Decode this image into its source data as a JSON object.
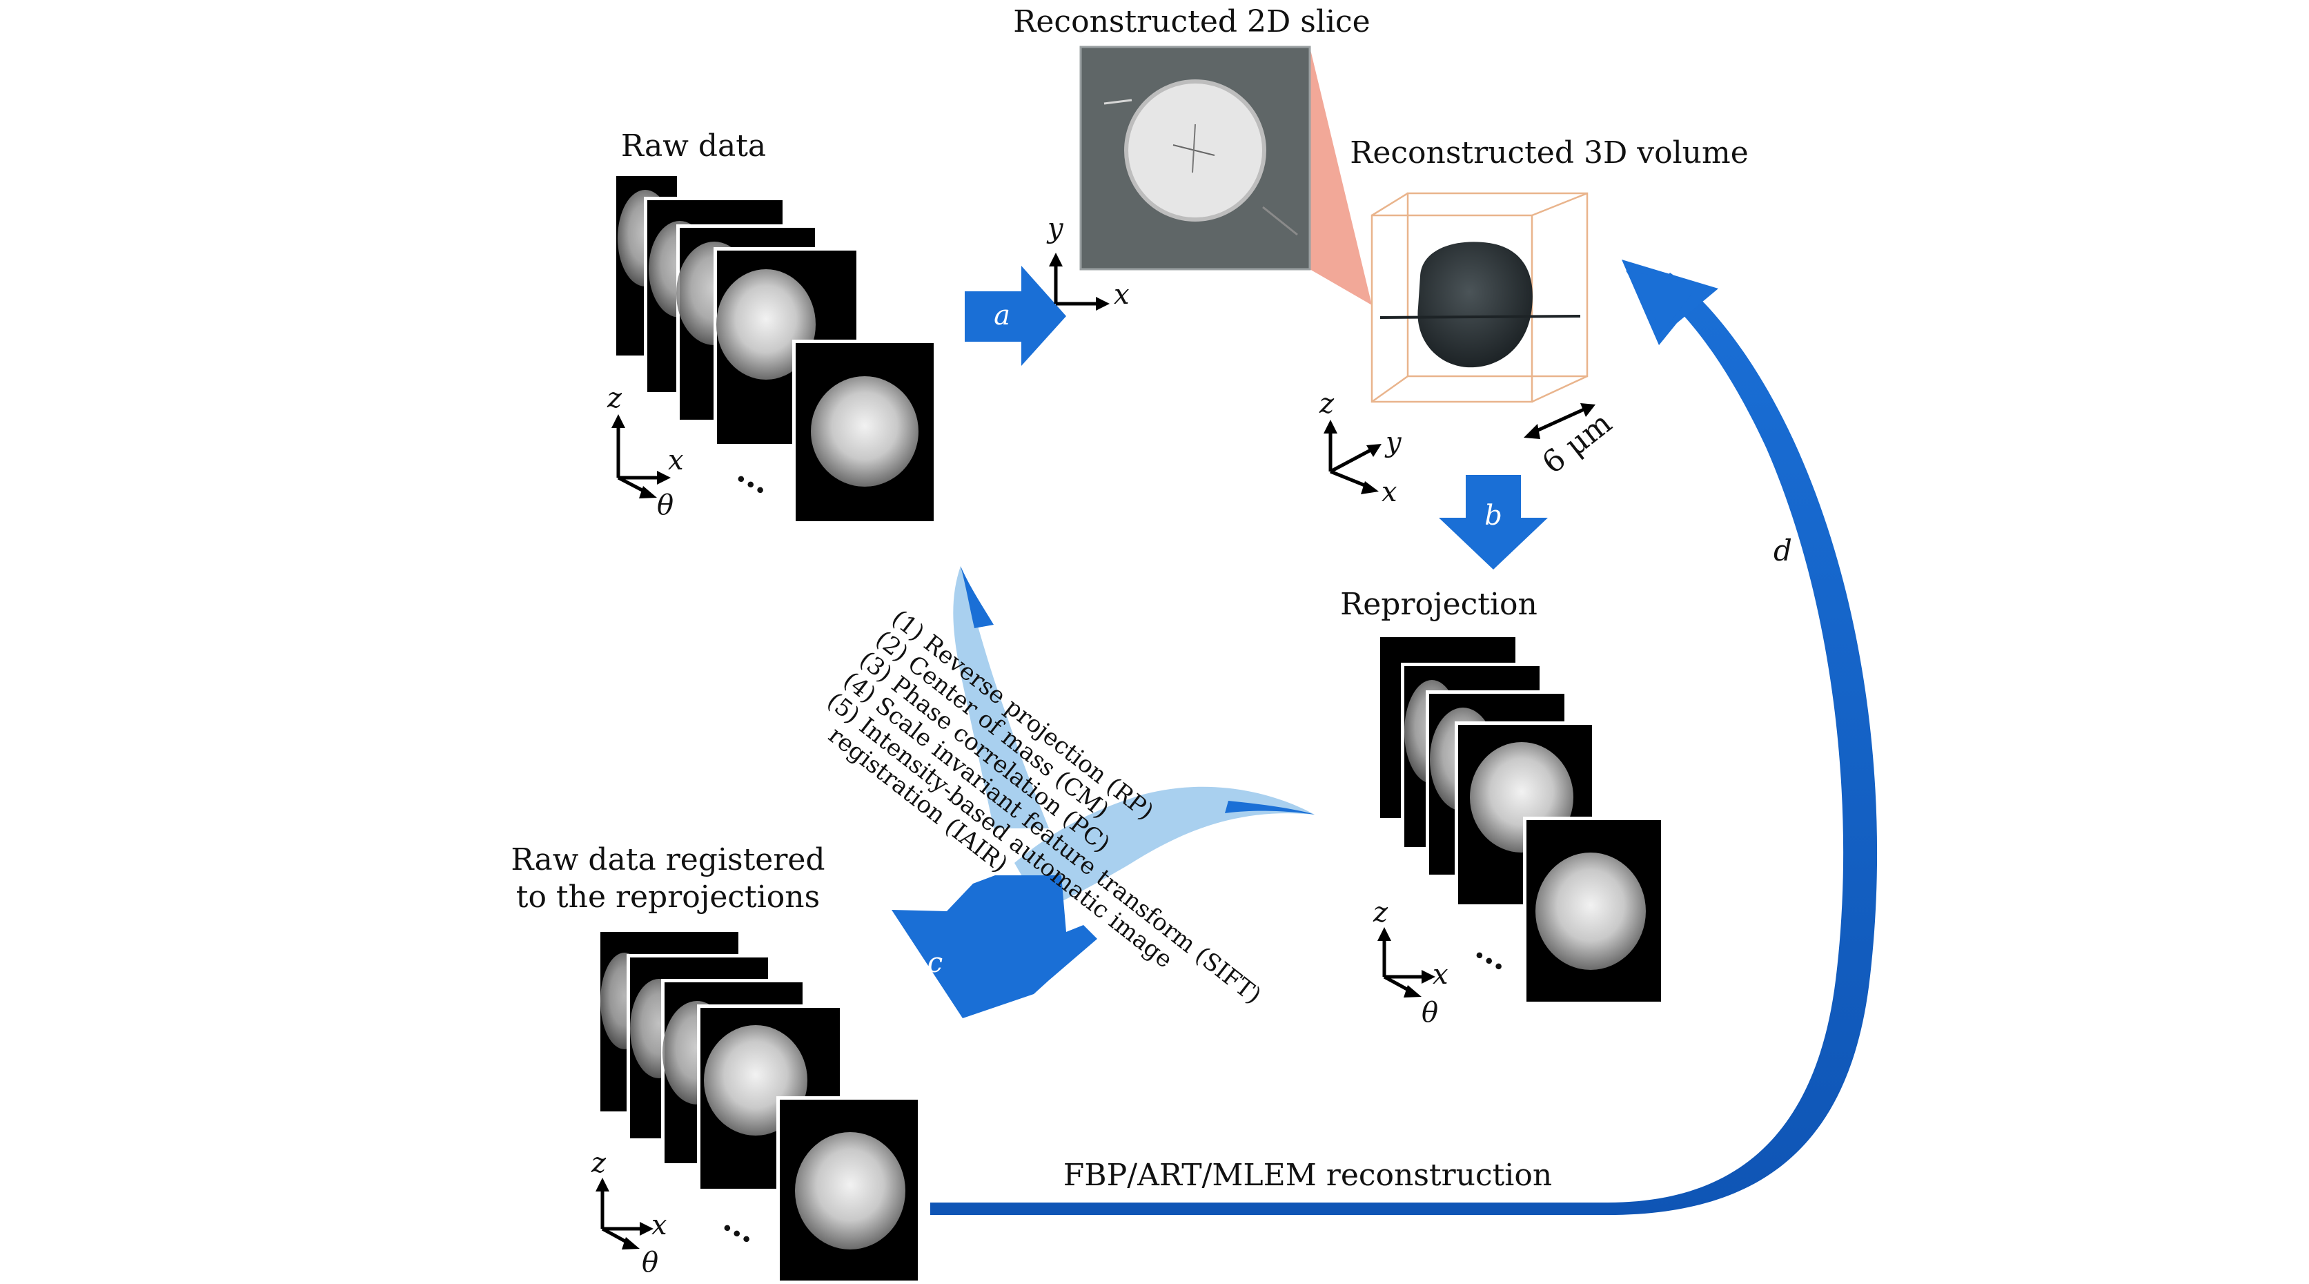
{
  "labels": {
    "raw_data": "Raw data",
    "slice_2d": "Reconstructed 2D slice",
    "volume_3d": "Reconstructed 3D volume",
    "reprojection": "Reprojection",
    "registered_line1": "Raw data registered",
    "registered_line2": "to the reprojections",
    "reconstruction": "FBP/ART/MLEM reconstruction",
    "scale": "6 μm",
    "ellipsis": "..."
  },
  "arrows": {
    "a": "a",
    "b": "b",
    "c": "c",
    "d": "d"
  },
  "axes": {
    "z": "z",
    "x": "x",
    "y": "y",
    "theta": "θ"
  },
  "methods": [
    "(1) Reverse projection (RP)",
    "(2) Center of mass (CM)",
    "(3) Phase correlation (PC)",
    "(4) Scale invariant feature transform (SIFT)",
    "(5) Intensity-based automatic image",
    "registration (IAIR)"
  ],
  "colors": {
    "arrow_blue": "#1a6fd6",
    "light_blue": "#a9d0ef",
    "projection_pink": "#f2a898",
    "box_orange": "#e9b48c"
  }
}
